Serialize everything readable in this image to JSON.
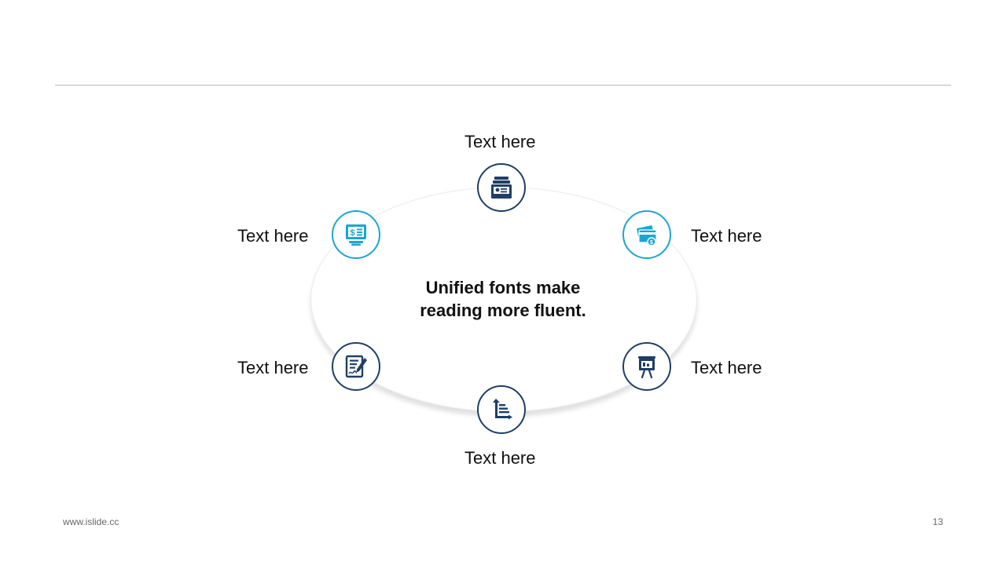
{
  "center_text": [
    "Unified fonts make",
    "reading more fluent."
  ],
  "nodes": [
    {
      "label": "Text here",
      "icon": "archive-box-icon",
      "color": "#1f3f66"
    },
    {
      "label": "Text here",
      "icon": "credit-card-icon",
      "color": "#1aa7cf"
    },
    {
      "label": "Text here",
      "icon": "presentation-board-icon",
      "color": "#1f3f66"
    },
    {
      "label": "Text here",
      "icon": "list-chart-icon",
      "color": "#1f3f66"
    },
    {
      "label": "Text here",
      "icon": "signed-document-icon",
      "color": "#1f3f66"
    },
    {
      "label": "Text here",
      "icon": "atm-screen-icon",
      "color": "#1aa7cf"
    }
  ],
  "footer": {
    "website": "www.islide.cc",
    "page_number": "13"
  }
}
